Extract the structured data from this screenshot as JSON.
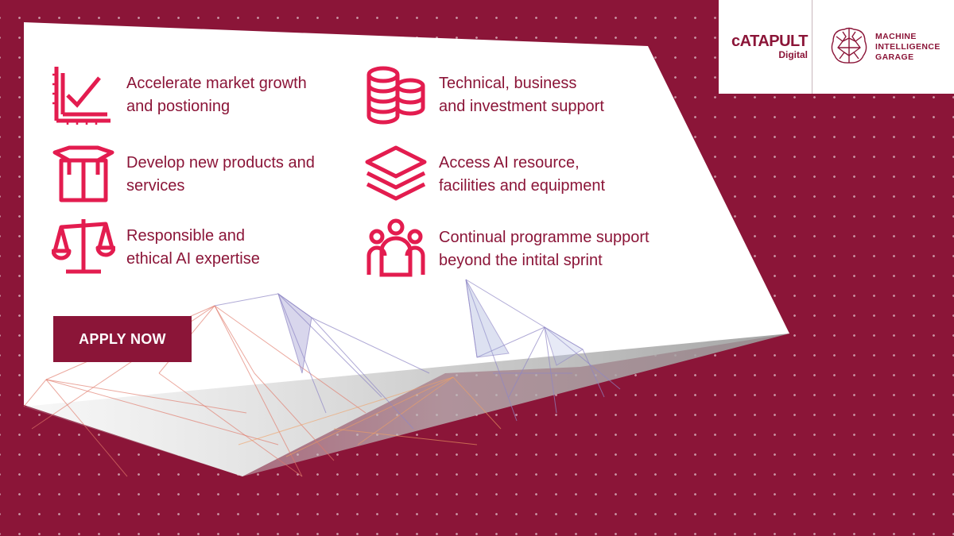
{
  "features": [
    {
      "icon": "growth-chart-icon",
      "lines": [
        "Accelerate market growth",
        "and postioning"
      ]
    },
    {
      "icon": "coin-stacks-icon",
      "lines": [
        "Technical, business",
        "and investment support"
      ]
    },
    {
      "icon": "product-box-icon",
      "lines": [
        "Develop new products and",
        "services"
      ]
    },
    {
      "icon": "layers-icon",
      "lines": [
        "Access AI resource,",
        "facilities and equipment"
      ]
    },
    {
      "icon": "scales-icon",
      "lines": [
        "Responsible and",
        "ethical AI expertise"
      ]
    },
    {
      "icon": "people-group-icon",
      "lines": [
        "Continual programme support",
        "beyond the intital sprint"
      ]
    }
  ],
  "cta": {
    "label": "APPLY NOW"
  },
  "logos": {
    "catapult": {
      "word": "cATAPULT",
      "sub": "Digital"
    },
    "mig": {
      "lines": [
        "MACHINE",
        "INTELLIGENCE",
        "GARAGE"
      ]
    }
  },
  "colors": {
    "brand": "#8b1538",
    "panel": "#ffffff",
    "dots": "#ffffff"
  }
}
